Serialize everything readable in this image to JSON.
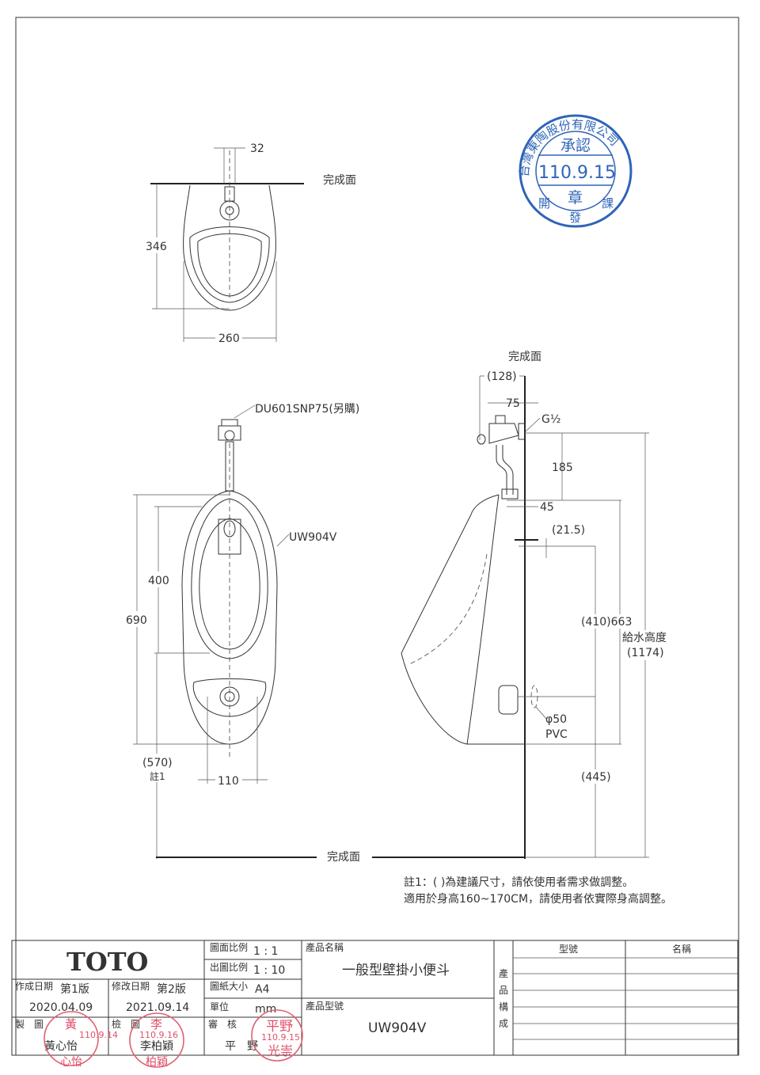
{
  "drawing": {
    "top_view": {
      "dim_32": "32",
      "dim_346": "346",
      "dim_260": "260",
      "surface_label": "完成面"
    },
    "front_view": {
      "valve_label": "DU601SNP75(另購)",
      "model_label": "UW904V",
      "dim_400": "400",
      "dim_690": "690",
      "dim_570": "(570)",
      "note_ref": "註1",
      "dim_110": "110",
      "floor_label": "完成面"
    },
    "side_view": {
      "surface_label": "完成面",
      "dim_128": "(128)",
      "dim_75": "75",
      "thread_label": "G½",
      "dim_185": "185",
      "dim_45": "45",
      "dim_21_5": "(21.5)",
      "dim_410_663": "(410)663",
      "supply_height_label": "給水高度",
      "dim_1174": "(1174)",
      "drain_size": "φ50",
      "drain_material": "PVC",
      "dim_445": "(445)"
    },
    "notes": [
      "註1：( )為建議尺寸，請依使用者需求做調整。",
      "適用於身高160~170CM，請使用者依實際身高調整。"
    ]
  },
  "approval_stamp": {
    "company": "台灣東陶股份有限公司",
    "approved": "承認",
    "date": "110.9.15",
    "seal": "章",
    "department": [
      "開",
      "發",
      "課"
    ],
    "color": "#2f64b8"
  },
  "title_block": {
    "brand": "TOTO",
    "drawing_scale_label": "圖面比例",
    "drawing_scale": "1 : 1",
    "output_scale_label": "出圖比例",
    "output_scale": "1 : 10",
    "paper_size_label": "圖紙大小",
    "paper_size": "A4",
    "unit_label": "單位",
    "unit": "mm",
    "created_label": "作成日期",
    "created_version": "第1版",
    "created_date": "2020.04.09",
    "revised_label": "修改日期",
    "revised_version": "第2版",
    "revised_date": "2021.09.14",
    "drafter_label": "製　圖",
    "drafter": "黃心怡",
    "checker_label": "檢　圖",
    "checker": "李柏穎",
    "reviewer_label": "審　核",
    "reviewer": "平　野",
    "product_name_label": "產品名稱",
    "product_name": "一般型壁掛小便斗",
    "product_model_label": "產品型號",
    "product_model": "UW904V",
    "composition_label": [
      "產",
      "品",
      "構",
      "成"
    ],
    "composition_headers": [
      "型號",
      "名稱"
    ],
    "stamp_color": "#e0506a",
    "stamps": [
      {
        "top": "黃",
        "date": "110.9.14",
        "bottom": "心怡"
      },
      {
        "top": "李",
        "date": "110.9.16",
        "bottom": "柏穎"
      },
      {
        "top": "平野",
        "date": "110.9.15",
        "bottom": "光崇"
      }
    ]
  }
}
